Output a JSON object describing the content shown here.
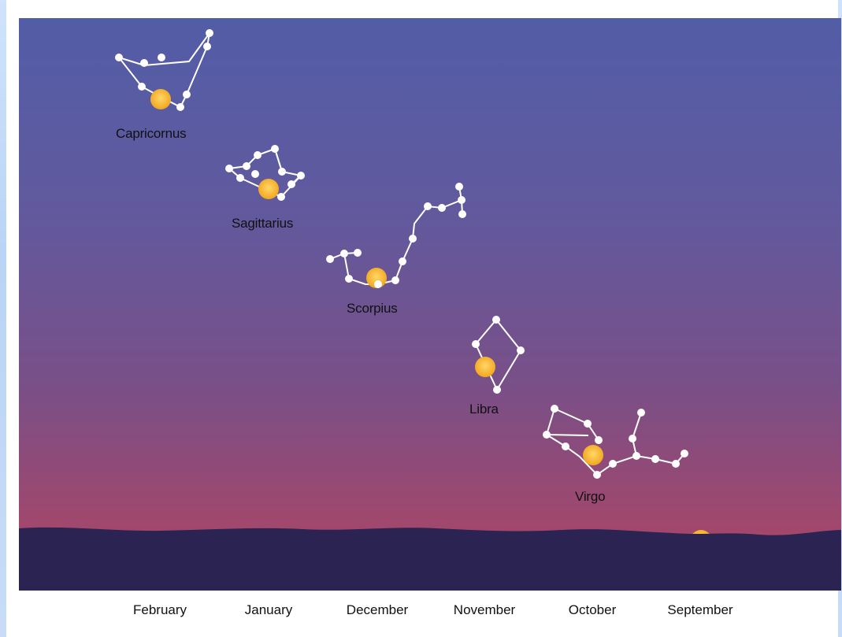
{
  "constellations": [
    {
      "key": "capricornus",
      "label": "Capricornus"
    },
    {
      "key": "sagittarius",
      "label": "Sagittarius"
    },
    {
      "key": "scorpius",
      "label": "Scorpius"
    },
    {
      "key": "libra",
      "label": "Libra"
    },
    {
      "key": "virgo",
      "label": "Virgo"
    }
  ],
  "months": [
    "February",
    "January",
    "December",
    "November",
    "October",
    "September"
  ],
  "colors": {
    "sky_top": "#5a5fa6",
    "sky_mid": "#6a5594",
    "sky_bottom": "#a0476e",
    "horizon": "#2a2250",
    "sun": "#f7b52a",
    "star": "#ffffff"
  }
}
